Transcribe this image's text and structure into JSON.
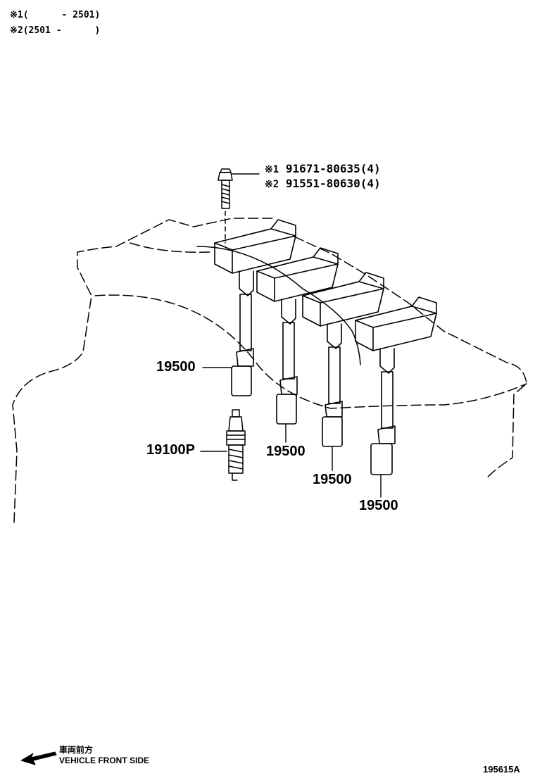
{
  "notes": [
    {
      "mark": "※1",
      "text": "(      - 2501)"
    },
    {
      "mark": "※2",
      "text": "(2501 -      )"
    }
  ],
  "bolt": {
    "lines": [
      {
        "mark": "※1",
        "part": "91671-80635(4)"
      },
      {
        "mark": "※2",
        "part": "91551-80630(4)"
      }
    ]
  },
  "parts": {
    "coil_1": "19500",
    "coil_2": "19500",
    "coil_3": "19500",
    "coil_4": "19500",
    "spark_plug": "19100P"
  },
  "orientation": {
    "jp_text": "車両前方",
    "en_text": "VEHICLE FRONT SIDE",
    "arrow_icon": "arrow-front-left-icon"
  },
  "figure_id": "195615A"
}
